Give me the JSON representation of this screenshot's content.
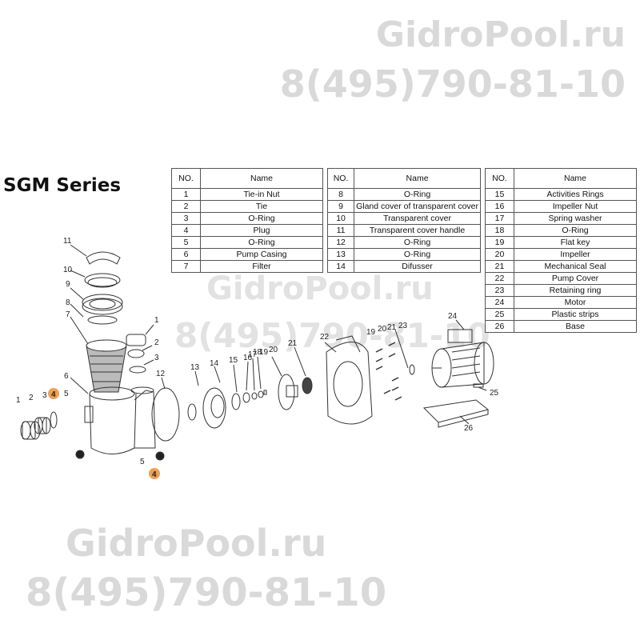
{
  "watermarks": [
    "GidroPool.ru",
    "8(495)790-81-10",
    "GidroPool.ru",
    "8(495)790-81-10",
    "GidroPool.ru",
    "8(495)790-81-10"
  ],
  "title": "SGM Series",
  "table_headers": {
    "no": "NO.",
    "name": "Name"
  },
  "tables": [
    [
      {
        "no": "1",
        "name": "Tie-in Nut"
      },
      {
        "no": "2",
        "name": "Tie"
      },
      {
        "no": "3",
        "name": "O-Ring"
      },
      {
        "no": "4",
        "name": "Plug"
      },
      {
        "no": "5",
        "name": "O-Ring"
      },
      {
        "no": "6",
        "name": "Pump Casing"
      },
      {
        "no": "7",
        "name": "Filter"
      }
    ],
    [
      {
        "no": "8",
        "name": "O-Ring"
      },
      {
        "no": "9",
        "name": "Gland cover of transparent cover"
      },
      {
        "no": "10",
        "name": "Transparent cover"
      },
      {
        "no": "11",
        "name": "Transparent cover handle"
      },
      {
        "no": "12",
        "name": "O-Ring"
      },
      {
        "no": "13",
        "name": "O-Ring"
      },
      {
        "no": "14",
        "name": "Difusser"
      }
    ],
    [
      {
        "no": "15",
        "name": "Activities Rings"
      },
      {
        "no": "16",
        "name": "Impeller Nut"
      },
      {
        "no": "17",
        "name": "Spring washer"
      },
      {
        "no": "18",
        "name": "O-Ring"
      },
      {
        "no": "19",
        "name": "Flat key"
      },
      {
        "no": "20",
        "name": "Impeller"
      },
      {
        "no": "21",
        "name": "Mechanical Seal"
      },
      {
        "no": "22",
        "name": "Pump Cover"
      },
      {
        "no": "23",
        "name": "Retaining ring"
      },
      {
        "no": "24",
        "name": "Motor"
      },
      {
        "no": "25",
        "name": "Plastic strips"
      },
      {
        "no": "26",
        "name": "Base"
      }
    ]
  ],
  "callouts": [
    "1",
    "2",
    "3",
    "4",
    "5",
    "6",
    "7",
    "8",
    "9",
    "10",
    "11",
    "12",
    "13",
    "14",
    "15",
    "16",
    "17",
    "18",
    "19",
    "20",
    "21",
    "22",
    "23",
    "24",
    "25",
    "26",
    "1",
    "2",
    "3",
    "4",
    "5",
    "4",
    "5"
  ],
  "colors": {
    "highlight": "#f0a050",
    "line": "#333333",
    "watermark": "#d9d9d9"
  }
}
